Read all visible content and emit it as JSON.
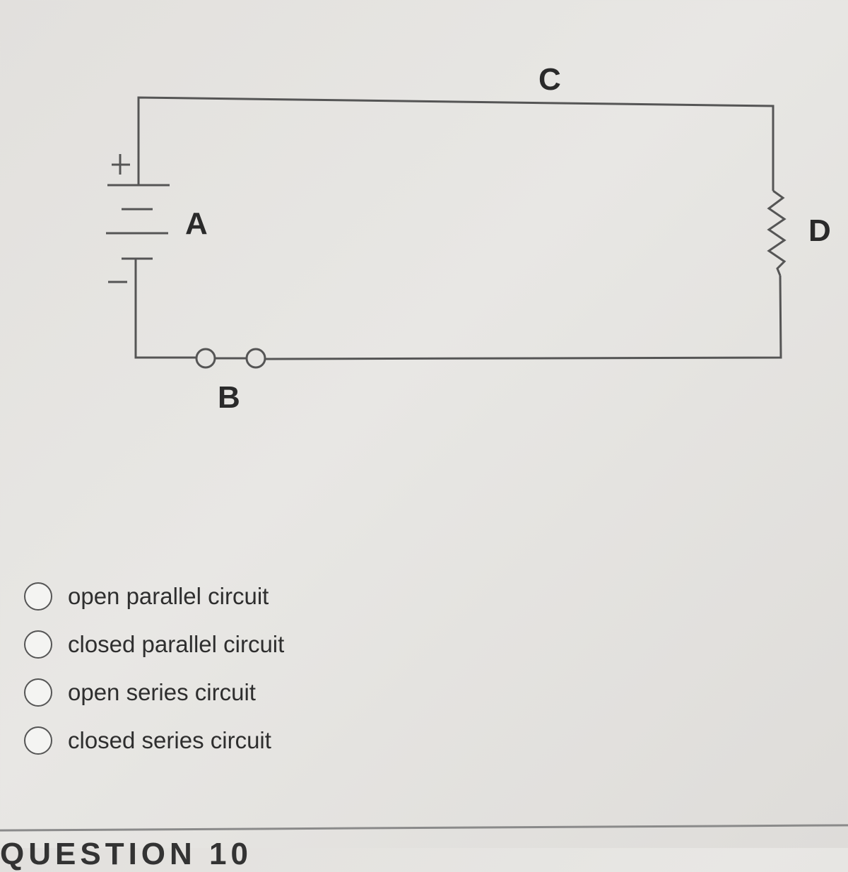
{
  "diagram": {
    "labels": {
      "a": "A",
      "b": "B",
      "c": "C",
      "d": "D",
      "plus": "+",
      "minus": "−"
    }
  },
  "question": {
    "options": [
      {
        "label": "open parallel circuit",
        "selected": false
      },
      {
        "label": "closed parallel circuit",
        "selected": false
      },
      {
        "label": "open series circuit",
        "selected": false
      },
      {
        "label": "closed series circuit",
        "selected": false
      }
    ]
  },
  "next_question_heading": "QUESTION 10"
}
